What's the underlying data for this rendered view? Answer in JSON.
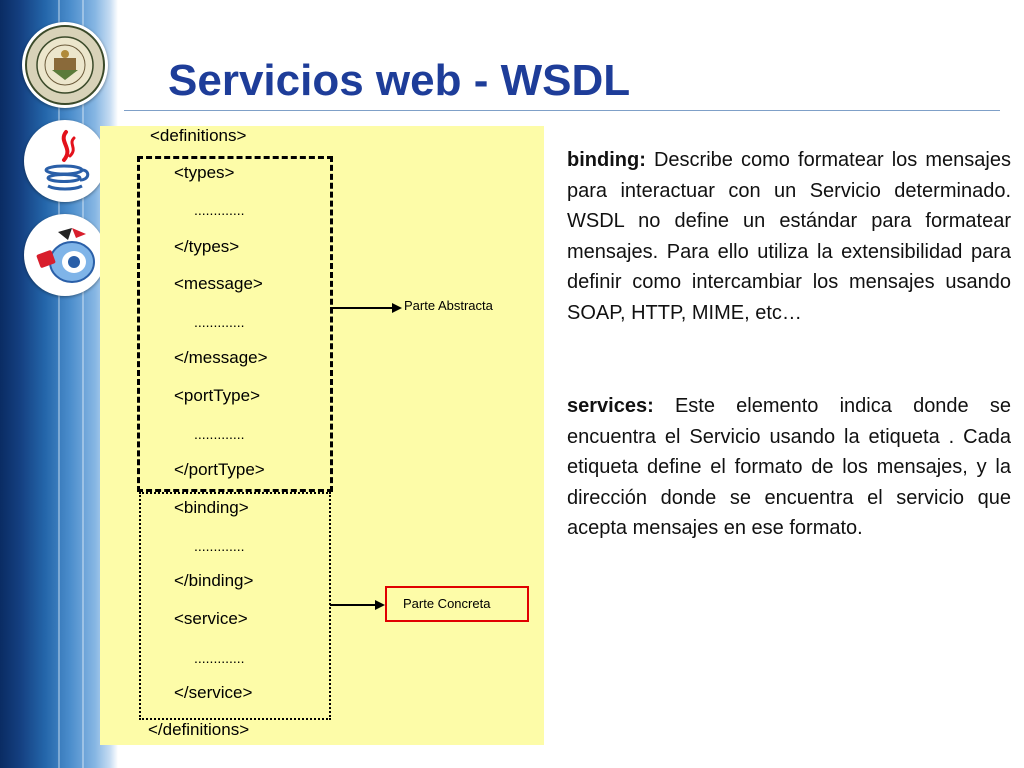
{
  "slide": {
    "title": "Servicios web - WSDL"
  },
  "diagram": {
    "tags": {
      "definitions_open": "<definitions>",
      "types_open": "<types>",
      "types_dots": ".............",
      "types_close": "</types>",
      "message_open": "<message>",
      "message_dots": ".............",
      "message_close": "</message>",
      "porttype_open": "<portType>",
      "porttype_dots": ".............",
      "porttype_close": "</portType>",
      "binding_open": "<binding>",
      "binding_dots": ".............",
      "binding_close": "</binding>",
      "service_open": "<service>",
      "service_dots": ".............",
      "service_close": "</service>",
      "definitions_close": "</definitions>"
    },
    "abstract_label": "Parte Abstracta",
    "concrete_label": "Parte Concreta"
  },
  "text": {
    "binding_term": "binding:",
    "binding_desc": " Describe como formatear los mensajes para interactuar con un Servicio determinado. WSDL no define un estándar para formatear mensajes. Para ello utiliza la extensibilidad para definir como intercambiar los mensajes usando SOAP, HTTP, MIME, etc…",
    "services_term": "services:",
    "services_desc": " Este elemento indica donde se encuentra el Servicio usando la etiqueta . Cada etiqueta define el formato de los mensajes, y la dirección donde se encuentra el servicio que acepta mensajes en ese formato."
  },
  "colors": {
    "title": "#1e3d99",
    "diagram_bg": "#fdfca8",
    "concrete_border": "#e00000",
    "sidebar_dark": "#0a2c63"
  },
  "icons": [
    "university-seal-icon",
    "java-logo-icon",
    "netbeans-logo-icon"
  ]
}
